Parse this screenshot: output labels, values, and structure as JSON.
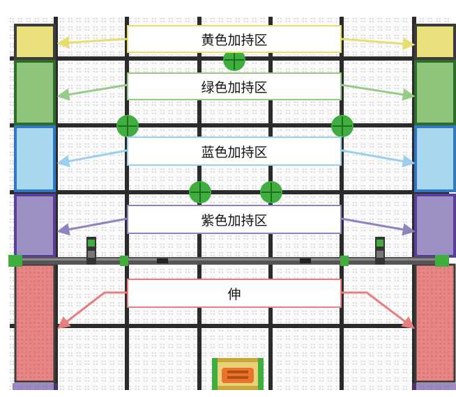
{
  "zones": [
    {
      "label": "黄色加持区",
      "color": "#e8e07a",
      "line": "#e6de6e",
      "border": "#c9b84a"
    },
    {
      "label": "绿色加持区",
      "color": "#8fc57a",
      "line": "#98cc86",
      "border": "#4f9a3c"
    },
    {
      "label": "蓝色加持区",
      "color": "#a9d6ef",
      "line": "#9ccfee",
      "border": "#2e79bf"
    },
    {
      "label": "紫色加持区",
      "color": "#9b8fc4",
      "line": "#8f83bf",
      "border": "#5b3e98"
    },
    {
      "label": "伸",
      "color": "#e98585",
      "line": "#e77f7f",
      "border": "#b54a4a"
    }
  ],
  "colors": {
    "grid_line": "#2b2b2b",
    "tile": "#f7f7f7",
    "marker": "#3fae3f",
    "barrier": "#555555"
  },
  "icons": {
    "robot": "robot-icon",
    "post": "post-icon"
  }
}
